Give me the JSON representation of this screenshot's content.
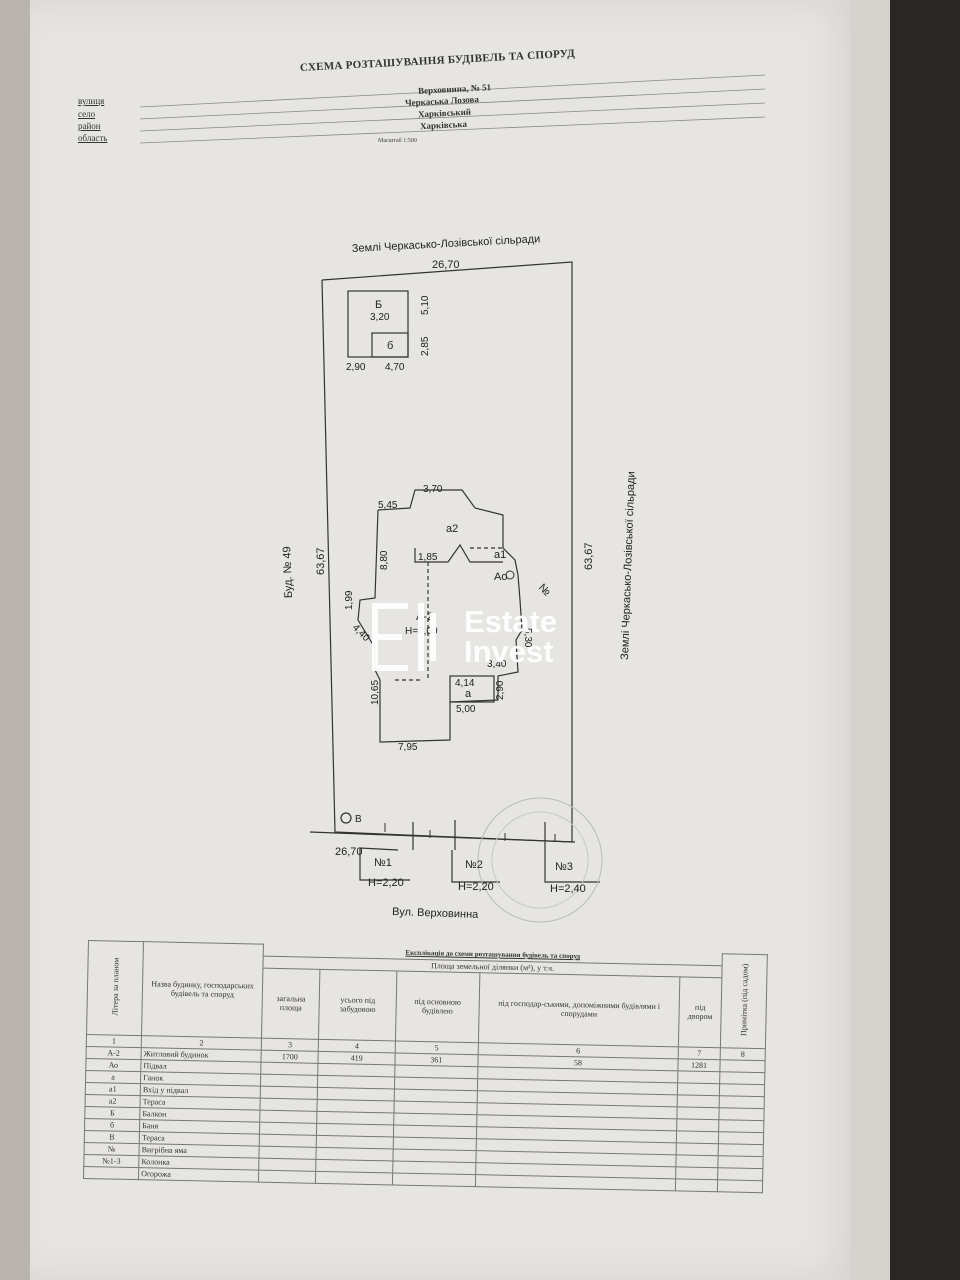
{
  "header": {
    "title": "СХЕМА РОЗТАШУВАННЯ БУДІВЕЛЬ ТА СПОРУД",
    "labels": [
      "вулиця",
      "село",
      "район",
      "область"
    ],
    "values": [
      "Верховинна, № 51",
      "Черкаська Лозова",
      "Харківський",
      "Харківська"
    ],
    "scale": "Масштаб 1:500"
  },
  "plan": {
    "north_border": "Землі Черкасько-Лозівської сільради",
    "east_border": "Землі Черкасько-Лозівської сільради",
    "west_border": "Буд. № 49",
    "street": "Вул. Верховинна",
    "dims": {
      "top_width": "26,70",
      "bottom_width": "26,70",
      "left_len": "63,67",
      "right_len": "63,67",
      "b_w": "3,20",
      "b_h": "5,10",
      "b_small": "2,85",
      "b_off": "2,90",
      "b_w2": "4,70",
      "h1": "3,70",
      "h2": "5,45",
      "h3": "8,80",
      "h4": "1,85",
      "h5": "1,99",
      "h6": "4,40",
      "h7": "10,65",
      "h8": "7,95",
      "h9": "5,00",
      "h10": "4,14",
      "h11": "2,90",
      "h12": "3,40",
      "h13": "5,30"
    },
    "letters": {
      "B_big": "Б",
      "B_small": "б",
      "a2": "а2",
      "a1": "а1",
      "Ao": "Ао",
      "A2": "А-2",
      "height": "H=7,00",
      "a": "а",
      "well": "В",
      "no": "№"
    },
    "gates": [
      {
        "num": "№1",
        "h": "H=2,20"
      },
      {
        "num": "№2",
        "h": "H=2,20"
      },
      {
        "num": "№3",
        "h": "H=2,40"
      }
    ]
  },
  "watermark": {
    "line1": "Estate",
    "line2": "Invest"
  },
  "table": {
    "caption": "Експлікація до схеми розташування будівель та споруд",
    "area_header": "Площа земельної ділянки (м²), у т.ч.",
    "headers": [
      "Літера за планом",
      "Назва будинку, господарських будівель та споруд",
      "загальна площа",
      "усього під забудовою",
      "під основною будівлею",
      "під господар-ськими, допоміжними будівлями і спорудами",
      "під двором",
      "Примітка (під садом)"
    ],
    "col_numbers": [
      "1",
      "2",
      "3",
      "4",
      "5",
      "6",
      "7",
      "8"
    ],
    "rows": [
      [
        "А-2",
        "Житловий будинок",
        "1700",
        "419",
        "361",
        "58",
        "1281",
        ""
      ],
      [
        "Ао",
        "Підвал",
        "",
        "",
        "",
        "",
        "",
        ""
      ],
      [
        "а",
        "Ганок",
        "",
        "",
        "",
        "",
        "",
        ""
      ],
      [
        "а1",
        "Вхід у підвал",
        "",
        "",
        "",
        "",
        "",
        ""
      ],
      [
        "а2",
        "Тераса",
        "",
        "",
        "",
        "",
        "",
        ""
      ],
      [
        "Б",
        "Балкон",
        "",
        "",
        "",
        "",
        "",
        ""
      ],
      [
        "б",
        "Баня",
        "",
        "",
        "",
        "",
        "",
        ""
      ],
      [
        "В",
        "Тераса",
        "",
        "",
        "",
        "",
        "",
        ""
      ],
      [
        "№",
        "Вигрібна яма",
        "",
        "",
        "",
        "",
        "",
        ""
      ],
      [
        "№1-3",
        "Колонка",
        "",
        "",
        "",
        "",
        "",
        ""
      ],
      [
        "",
        "Огорожа",
        "",
        "",
        "",
        "",
        "",
        ""
      ]
    ]
  }
}
